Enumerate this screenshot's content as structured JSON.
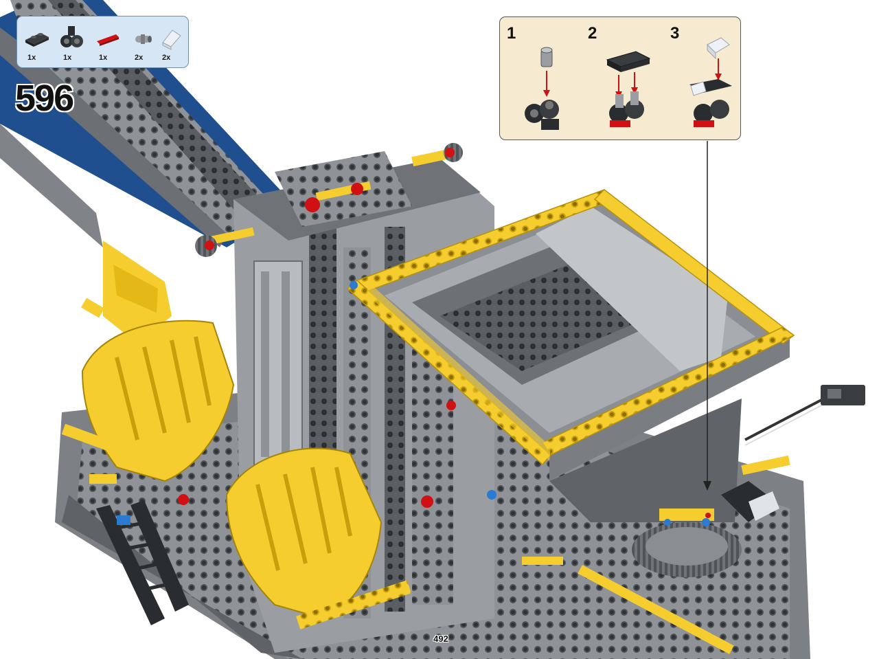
{
  "parts_list": {
    "items": [
      {
        "icon": "black-plate-icon",
        "qty": "1x"
      },
      {
        "icon": "black-axle-connector-icon",
        "qty": "1x"
      },
      {
        "icon": "red-axle-icon",
        "qty": "1x"
      },
      {
        "icon": "grey-pin-icon",
        "qty": "2x"
      },
      {
        "icon": "clear-slope-icon",
        "qty": "2x"
      }
    ]
  },
  "step": {
    "number": "596"
  },
  "callout": {
    "substeps": [
      {
        "number": "1",
        "icon": "grey-pin-into-black-connector-icon"
      },
      {
        "number": "2",
        "icon": "black-plate-onto-connector-icon"
      },
      {
        "number": "3",
        "icon": "clear-slope-onto-assembly-icon"
      }
    ]
  },
  "page": {
    "number": "492"
  },
  "colors": {
    "lego_yellow": "#f5cd2f",
    "lego_grey": "#9a9ea3",
    "lego_dark_grey": "#5e6367",
    "lego_blue": "#1f4f8f",
    "lego_red": "#d01012",
    "callout_bg": "#f6ead0",
    "parts_bg": "#d7e6f5"
  }
}
